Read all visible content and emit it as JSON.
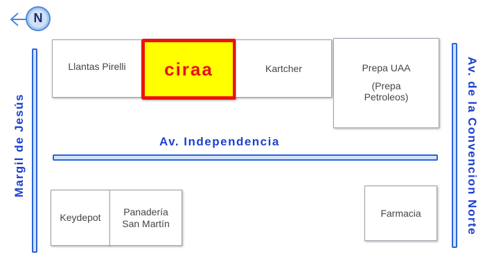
{
  "colors": {
    "street_line": "#2a64d6",
    "street_fill": "#cfe3ff",
    "street_label": "#1c3fd1",
    "highlight_fill": "#ffff00",
    "highlight_border": "#ee1111",
    "highlight_text": "#e8101a",
    "block_text": "#444444",
    "north_badge": "#4d86d8"
  },
  "compass": {
    "label": "N",
    "icon": "north-arrow-icon"
  },
  "streets": {
    "independencia": "Av. Independencia",
    "margil": "Margil de Jesús",
    "convencion": "Av. de la Convencion Norte"
  },
  "highlight": {
    "label": "ciraa"
  },
  "places": {
    "pirelli": "Llantas Pirelli",
    "kartcher": "Kartcher",
    "prepa_title": "Prepa UAA",
    "prepa_sub": "(Prepa\nPetroleos)",
    "keydepot": "Keydepot",
    "panaderia": "Panadería\nSan Martín",
    "farmacia": "Farmacia"
  }
}
